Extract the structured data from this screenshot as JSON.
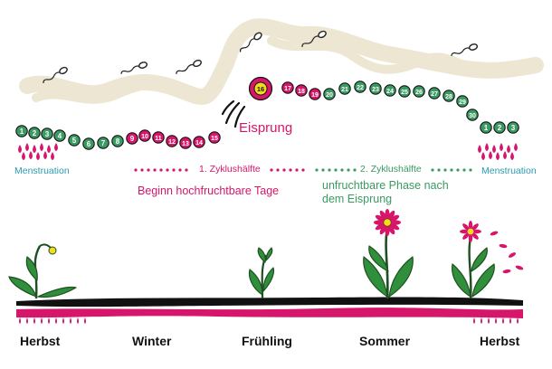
{
  "cycle_days": {
    "menstruation_days": [
      1,
      2,
      3,
      4
    ],
    "fertile_days": [
      9,
      10,
      11,
      12,
      13,
      14,
      15,
      16,
      17,
      18,
      19
    ],
    "ovulation_day": 16,
    "labels_start": [
      "1",
      "2",
      "3",
      "4",
      "5",
      "6",
      "7",
      "8",
      "9",
      "10",
      "11",
      "12",
      "13",
      "14",
      "15"
    ],
    "ovulation_label": "16",
    "labels_after": [
      "17",
      "18",
      "19",
      "20",
      "21",
      "22",
      "23",
      "24",
      "25",
      "26",
      "27",
      "28",
      "29",
      "30"
    ],
    "labels_end": [
      "1",
      "2",
      "3"
    ]
  },
  "labels": {
    "ovulation": "Eisprung",
    "menstruation_left": "Menstruation",
    "menstruation_right": "Menstruation",
    "first_half": "1. Zyklushälfte",
    "second_half": "2. Zyklushälfte",
    "fertile_phase": "Beginn hochfruchtbare Tage",
    "infertile_phase": "unfruchtbare Phase nach dem Eisprung"
  },
  "seasons": [
    "Herbst",
    "Winter",
    "Frühling",
    "Sommer",
    "Herbst"
  ],
  "colors": {
    "fertile": "#d6166b",
    "infertile": "#3a9a62",
    "mucus": "#ece6d2",
    "menstruation_text": "#2a9bb0",
    "ovulation_ring": "#d6166b",
    "ovulation_fill": "#f2dc1e",
    "leaf": "#2f8f3a",
    "petal": "#d6166b"
  }
}
